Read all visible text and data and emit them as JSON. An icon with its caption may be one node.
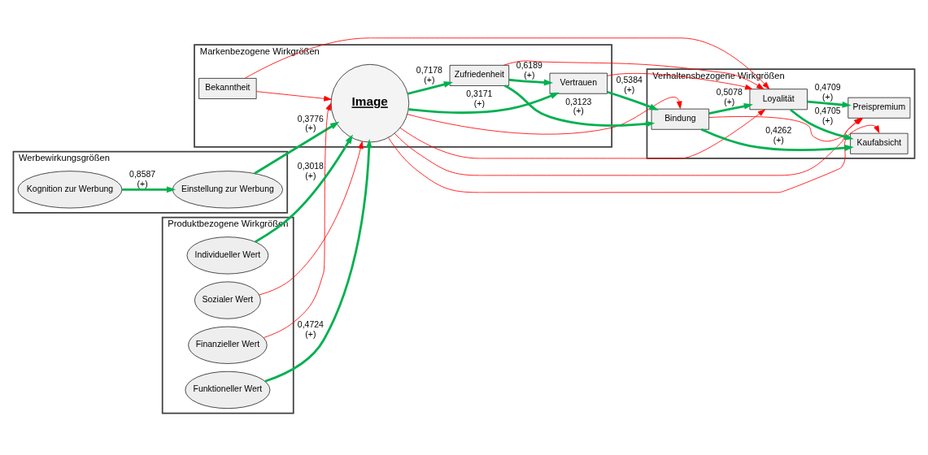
{
  "diagram": {
    "nodes": [
      {
        "text": [
          "Werbewirkungsgrößen"
        ]
      },
      {
        "text": [
          "Kognition zur Werbung"
        ],
        "in": 0
      },
      {
        "text": [
          "Einstellung zur Werbung"
        ],
        "in": 0
      },
      {
        "text": [
          "Produktbezogene Wirkgrößen"
        ]
      },
      {
        "text": [
          "Finanzieller Wert"
        ],
        "in": 3
      },
      {
        "text": [
          "Funktioneller Wert"
        ],
        "in": 3
      },
      {
        "text": [
          "Individueller Wert"
        ],
        "in": 3
      },
      {
        "text": [
          "Sozialer Wert"
        ],
        "in": 3
      },
      {
        "text": [
          "Markenbezogene Wirkgrößen"
        ]
      },
      {
        "text": [
          "Image"
        ],
        "in": 8
      },
      {
        "text": [
          "Vertrauen"
        ],
        "in": 8
      },
      {
        "text": [
          "Bekanntheit"
        ],
        "in": 8
      },
      {
        "text": [
          "Zufriedenheit"
        ],
        "in": 8
      },
      {
        "text": [
          "Verhaltensbezogene Wirkgrößen"
        ]
      },
      {
        "text": [
          "Bindung"
        ],
        "in": 13
      },
      {
        "text": [
          "Kaufabsicht"
        ],
        "in": 13
      },
      {
        "text": [
          "Loyalität"
        ],
        "in": 13
      },
      {
        "text": [
          "Preispremium"
        ],
        "in": 13
      }
    ],
    "edges": [
      {
        "from": 1,
        "to": 2,
        "arrow": "to",
        "label": "0,8587 (+)"
      },
      {
        "from": 2,
        "to": 9,
        "arrow": "to",
        "label": "0,3776 (+)"
      },
      {
        "from": 4,
        "to": 9,
        "arrow": "to",
        "color": "#ff0000"
      },
      {
        "from": 5,
        "to": 9,
        "arrow": "to",
        "label": "0,4724 (+)"
      },
      {
        "from": 6,
        "to": 9,
        "arrow": "to",
        "label": "0,3018 (+)"
      },
      {
        "from": 7,
        "to": 9,
        "arrow": "to",
        "color": "#ff0000"
      },
      {
        "from": 9,
        "to": 15,
        "arrow": "to",
        "color": "#ff0000"
      },
      {
        "from": 9,
        "to": 14,
        "arrow": "to",
        "color": "#ff0000"
      },
      {
        "from": 9,
        "to": 10,
        "arrow": "to",
        "label": "0,3171 (+)"
      },
      {
        "from": 9,
        "to": 12,
        "arrow": "to",
        "label": "0,7178 (+)"
      },
      {
        "from": 12,
        "to": 10,
        "arrow": "to",
        "label": "0,6189 (+)"
      },
      {
        "from": 11,
        "to": 9,
        "arrow": "to",
        "color": "#ff0000"
      },
      {
        "from": 10,
        "to": 14,
        "arrow": "to",
        "label": "0,5384 (+)"
      },
      {
        "from": 14,
        "to": 15,
        "arrow": "to",
        "label": "0,4262 (+)"
      },
      {
        "from": 14,
        "to": 16,
        "arrow": "to",
        "label": "0,5078 (+)"
      },
      {
        "from": 12,
        "to": 14,
        "arrow": "to",
        "label": "0,3123 (+)"
      },
      {
        "from": 10,
        "to": 16,
        "arrow": "to",
        "color": "#ff0000"
      },
      {
        "from": 14,
        "to": 17,
        "arrow": "to",
        "color": "#ff0000"
      },
      {
        "from": 16,
        "to": 15,
        "arrow": "to",
        "label": "0,4705 (+)"
      },
      {
        "from": 12,
        "to": 16,
        "arrow": "to",
        "color": "#ff0000"
      },
      {
        "from": 16,
        "to": 17,
        "arrow": "to",
        "label": "0,4709 (+)"
      },
      {
        "from": 11,
        "to": 16,
        "arrow": "to",
        "color": "#ff0000"
      },
      {
        "from": 9,
        "to": 16,
        "arrow": "to",
        "color": "#ff0000"
      },
      {
        "from": 9,
        "to": 17,
        "arrow": "to",
        "color": "#ff0000"
      }
    ]
  }
}
